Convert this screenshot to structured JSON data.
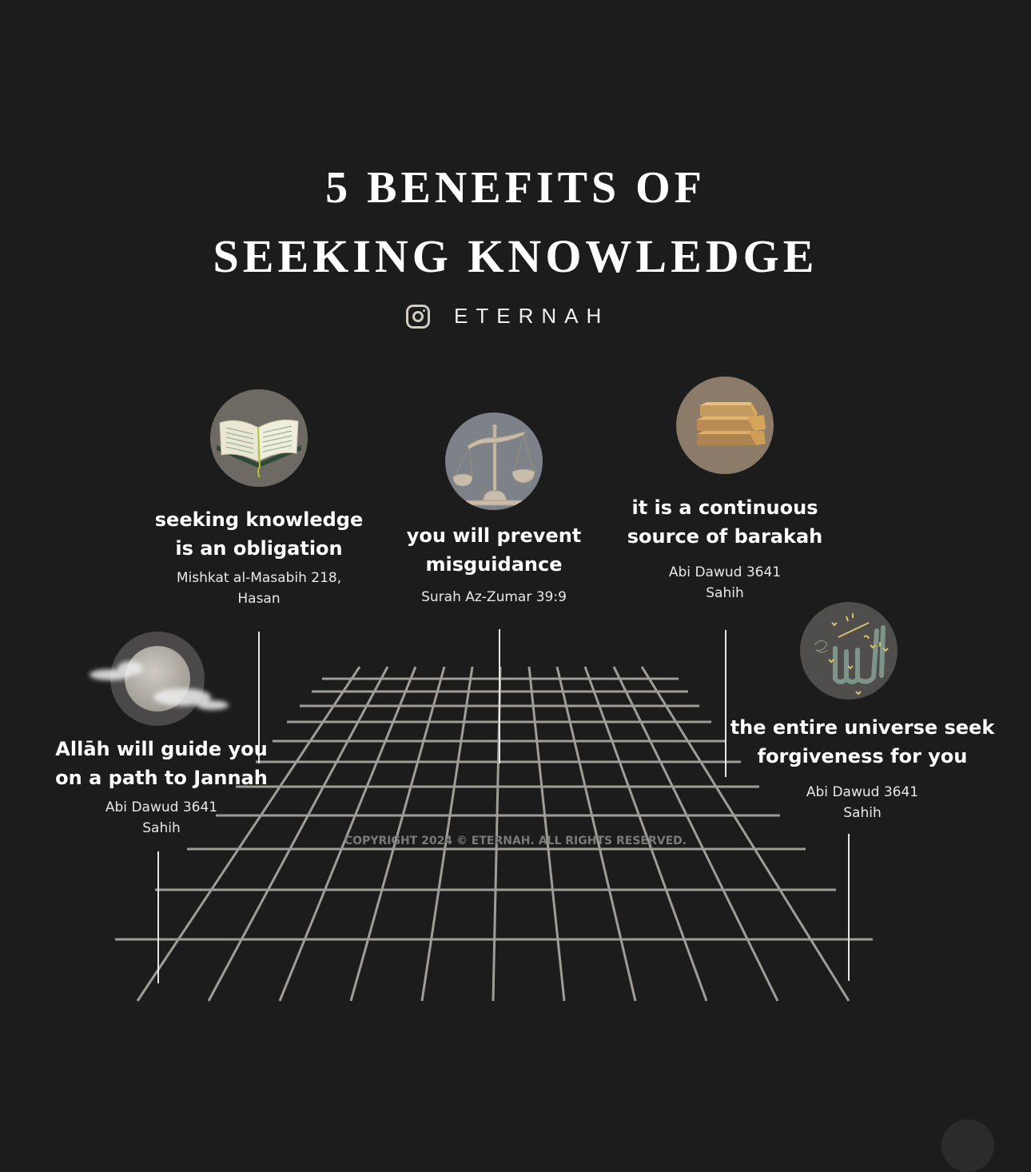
{
  "header": {
    "title_line1": "5 BENEFITS OF",
    "title_line2": "SEEKING KNOWLEDGE",
    "brand_icon": "instagram-icon",
    "brand_name": "ETERNAH"
  },
  "benefits": [
    {
      "icon": "open-book-icon",
      "circle_color": "#6e6a63",
      "heading_line1": "seeking knowledge",
      "heading_line2": "is an obligation",
      "source_line1": "Mishkat al-Masabih 218,",
      "source_line2": "Hasan"
    },
    {
      "icon": "scales-icon",
      "circle_color": "#7d8188",
      "heading_line1": "you will prevent",
      "heading_line2": "misguidance",
      "source_line1": "Surah Az-Zumar 39:9",
      "source_line2": ""
    },
    {
      "icon": "gold-bars-icon",
      "circle_color": "#8b7b68",
      "heading_line1": "it is a continuous",
      "heading_line2": "source of barakah",
      "source_line1": "Abi Dawud 3641",
      "source_line2": "Sahih"
    },
    {
      "icon": "moon-clouds-icon",
      "circle_color": "#4a4848",
      "heading_line1": "Allāh will guide you",
      "heading_line2": "on a path to Jannah",
      "source_line1": "Abi Dawud 3641",
      "source_line2": "Sahih"
    },
    {
      "icon": "allah-calligraphy-icon",
      "circle_color": "#4f4e4c",
      "heading_line1": "the entire universe seek",
      "heading_line2": "forgiveness for you",
      "source_line1": "Abi Dawud 3641",
      "source_line2": "Sahih"
    }
  ],
  "footer": {
    "copyright": "COPYRIGHT 2024 © ETERNAH. ALL RIGHTS RESERVED."
  },
  "colors": {
    "background": "#1c1c1c",
    "text": "#ffffff",
    "grid_line": "#a09c98",
    "connector_line": "#e6e6e6"
  }
}
